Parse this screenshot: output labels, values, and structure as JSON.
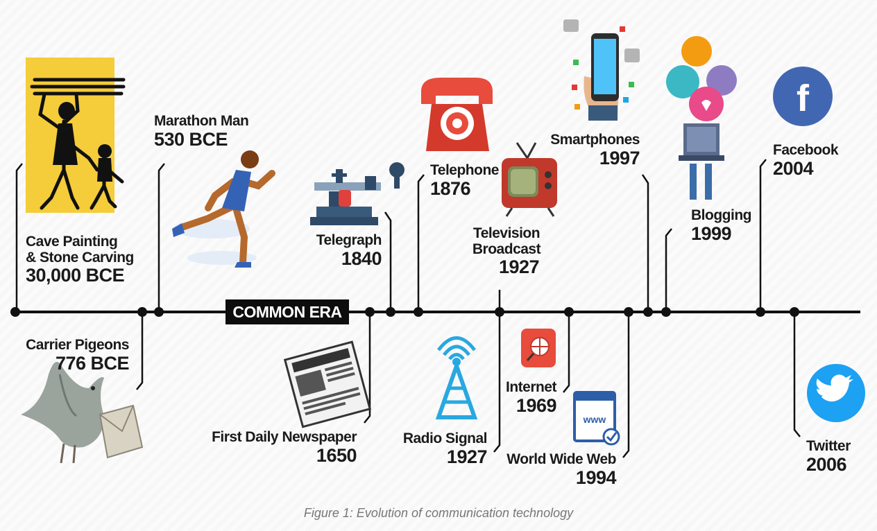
{
  "timeline": {
    "era_label": "COMMON ERA",
    "caption": "Figure 1: Evolution of communication technology",
    "line_color": "#111111",
    "events": [
      {
        "id": "cave-painting",
        "name": "Cave Painting\n& Stone Carving",
        "year": "30,000 BCE",
        "icon": "cave-painting-icon"
      },
      {
        "id": "carrier-pigeons",
        "name": "Carrier Pigeons",
        "year": "776 BCE",
        "icon": "carrier-pigeon-icon"
      },
      {
        "id": "marathon-man",
        "name": "Marathon Man",
        "year": "530 BCE",
        "icon": "runner-icon"
      },
      {
        "id": "first-daily-newspaper",
        "name": "First Daily Newspaper",
        "year": "1650",
        "icon": "newspaper-icon"
      },
      {
        "id": "telegraph",
        "name": "Telegraph",
        "year": "1840",
        "icon": "telegraph-icon"
      },
      {
        "id": "telephone",
        "name": "Telephone",
        "year": "1876",
        "icon": "telephone-icon"
      },
      {
        "id": "radio-signal",
        "name": "Radio Signal",
        "year": "1927",
        "icon": "radio-tower-icon"
      },
      {
        "id": "television-broadcast",
        "name": "Television\nBroadcast",
        "year": "1927",
        "icon": "television-icon"
      },
      {
        "id": "internet",
        "name": "Internet",
        "year": "1969",
        "icon": "internet-icon"
      },
      {
        "id": "world-wide-web",
        "name": "World Wide Web",
        "year": "1994",
        "icon": "www-icon"
      },
      {
        "id": "smartphones",
        "name": "Smartphones",
        "year": "1997",
        "icon": "smartphone-icon"
      },
      {
        "id": "blogging",
        "name": "Blogging",
        "year": "1999",
        "icon": "blogging-icon"
      },
      {
        "id": "facebook",
        "name": "Facebook",
        "year": "2004",
        "icon": "facebook-icon"
      },
      {
        "id": "twitter",
        "name": "Twitter",
        "year": "2006",
        "icon": "twitter-icon"
      }
    ]
  }
}
